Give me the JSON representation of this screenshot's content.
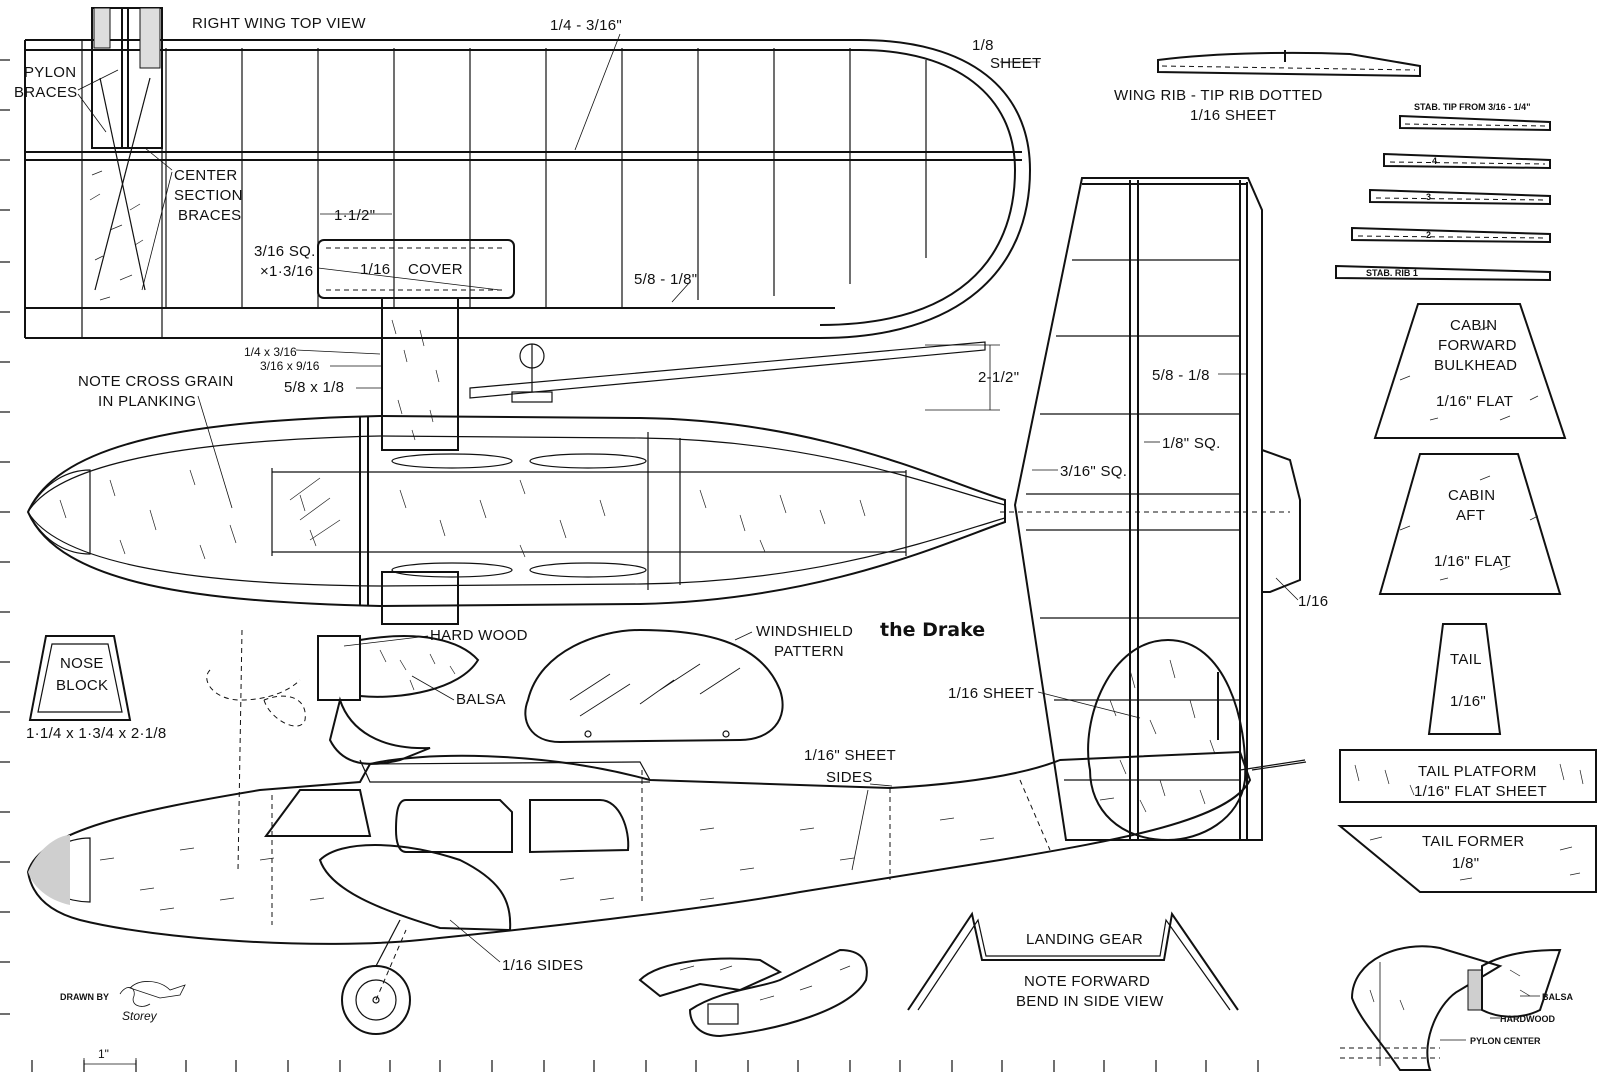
{
  "labels": {
    "right_wing_top_view": "RIGHT WING TOP VIEW",
    "pylon": "PYLON",
    "braces": "BRACES",
    "center": "CENTER",
    "section": "SECTION",
    "braces2": "BRACES",
    "spar_dim": "1/4 - 3/16\"",
    "sheet_18a": "1/8",
    "sheet_18b": "SHEET",
    "one_half": "1·1/2\"",
    "sq_a": "3/16 SQ.",
    "sq_b": "×1·3/16",
    "cover_a": "1/16",
    "cover_b": "COVER",
    "le_dim": "5/8 - 1/8\"",
    "d1": "1/4 x 3/16",
    "d2": "3/16 x 9/16",
    "d3": "5/8 x 1/8",
    "note_a": "NOTE CROSS GRAIN",
    "note_b": "IN PLANKING",
    "two_half": "2-1/2\"",
    "wing_rib_a": "WING RIB - TIP RIB DOTTED",
    "wing_rib_b": "1/16 SHEET",
    "stab_tip": "STAB. TIP FROM 3/16 - 1/4\"",
    "rib4": "4",
    "rib3": "3",
    "rib2": "2",
    "stab_rib1": "STAB. RIB 1",
    "cab_fwd_a": "CABIN",
    "cab_fwd_b": "FORWARD",
    "cab_fwd_c": "BULKHEAD",
    "cab_fwd_d": "1/16\" FLAT",
    "cab_aft_a": "CABIN",
    "cab_aft_b": "AFT",
    "cab_aft_c": "1/16\" FLAT",
    "tail_a": "TAIL",
    "tail_b": "1/16\"",
    "tail_plat_a": "TAIL PLATFORM",
    "tail_plat_b": "1/16\" FLAT SHEET",
    "tail_former_a": "TAIL FORMER",
    "tail_former_b": "1/8\"",
    "stab_58": "5/8 - 1/8",
    "stab_18sq": "1/8\" SQ.",
    "stab_316": "3/16\" SQ.",
    "stab_116": "1/16",
    "sheet_116": "1/16 SHEET",
    "nose_a": "NOSE",
    "nose_b": "BLOCK",
    "nose_dim": "1·1/4 x 1·3/4 x 2·1/8",
    "hard_wood": "HARD WOOD",
    "balsa": "BALSA",
    "windshield_a": "WINDSHIELD",
    "windshield_b": "PATTERN",
    "drake": "the Drake",
    "sides_a": "1/16\" SHEET",
    "sides_b": "SIDES",
    "sides_116": "1/16 SIDES",
    "landing_gear": "LANDING GEAR",
    "lg_note_a": "NOTE FORWARD",
    "lg_note_b": "BEND IN SIDE VIEW",
    "drawn_by": "DRAWN BY",
    "signature": "Storey",
    "scale": "1\"",
    "balsa2": "BALSA",
    "hardwood2": "HARDWOOD",
    "pylon_center": "PYLON CENTER"
  }
}
